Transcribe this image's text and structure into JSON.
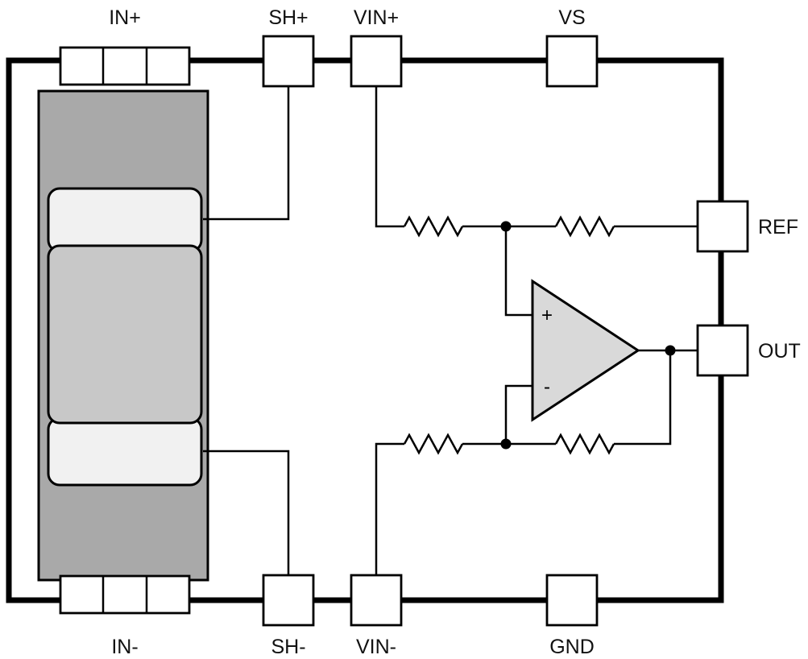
{
  "diagram": {
    "pins": {
      "in_plus": "IN+",
      "sh_plus": "SH+",
      "vin_plus": "VIN+",
      "vs": "VS",
      "ref": "REF",
      "out": "OUT",
      "in_minus": "IN-",
      "sh_minus": "SH-",
      "vin_minus": "VIN-",
      "gnd": "GND"
    },
    "opamp": {
      "non_inverting_sign": "+",
      "inverting_sign": "-"
    },
    "colors": {
      "wire": "#000000",
      "background": "#ffffff",
      "shunt_body": "#a9a9a9",
      "shunt_center": "#c8c8c8",
      "shunt_pad": "#f1f1f1",
      "opamp_fill": "#d9d9d9",
      "pin_fill": "#ffffff"
    }
  }
}
